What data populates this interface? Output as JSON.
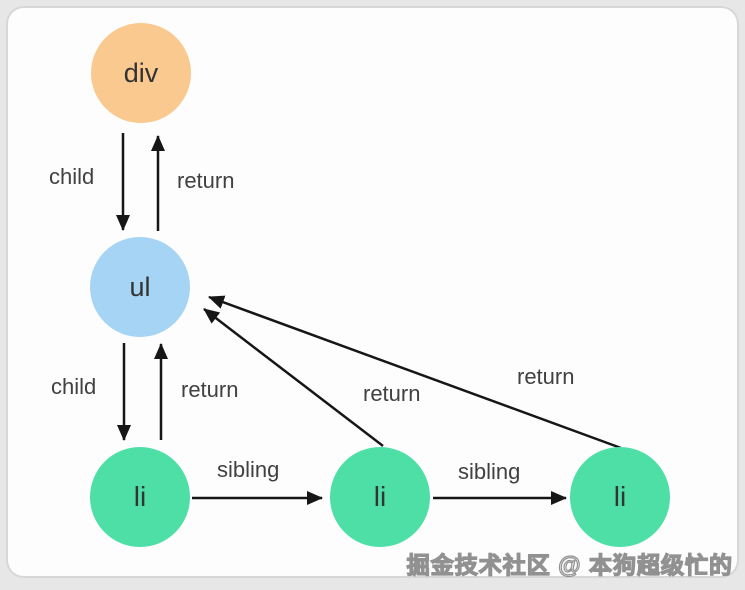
{
  "diagram": {
    "nodes": [
      {
        "id": "div",
        "label": "div",
        "color": "#fac98f"
      },
      {
        "id": "ul",
        "label": "ul",
        "color": "#a6d4f4"
      },
      {
        "id": "li1",
        "label": "li",
        "color": "#4ddfa6"
      },
      {
        "id": "li2",
        "label": "li",
        "color": "#4ddfa6"
      },
      {
        "id": "li3",
        "label": "li",
        "color": "#4ddfa6"
      }
    ],
    "edges": [
      {
        "from": "div",
        "to": "ul",
        "label": "child"
      },
      {
        "from": "ul",
        "to": "div",
        "label": "return"
      },
      {
        "from": "ul",
        "to": "li1",
        "label": "child"
      },
      {
        "from": "li1",
        "to": "ul",
        "label": "return"
      },
      {
        "from": "li1",
        "to": "li2",
        "label": "sibling"
      },
      {
        "from": "li2",
        "to": "li3",
        "label": "sibling"
      },
      {
        "from": "li2",
        "to": "ul",
        "label": "return"
      },
      {
        "from": "li3",
        "to": "ul",
        "label": "return"
      }
    ]
  },
  "watermark": {
    "text": "掘金技术社区 @ 本狗超级忙的"
  },
  "colors": {
    "page_background": "#e7e7e7",
    "card_background": "#fdfdfd",
    "card_border": "#d7d7d7",
    "arrow": "#161616",
    "label_text": "#414141",
    "node_text": "#333333"
  }
}
